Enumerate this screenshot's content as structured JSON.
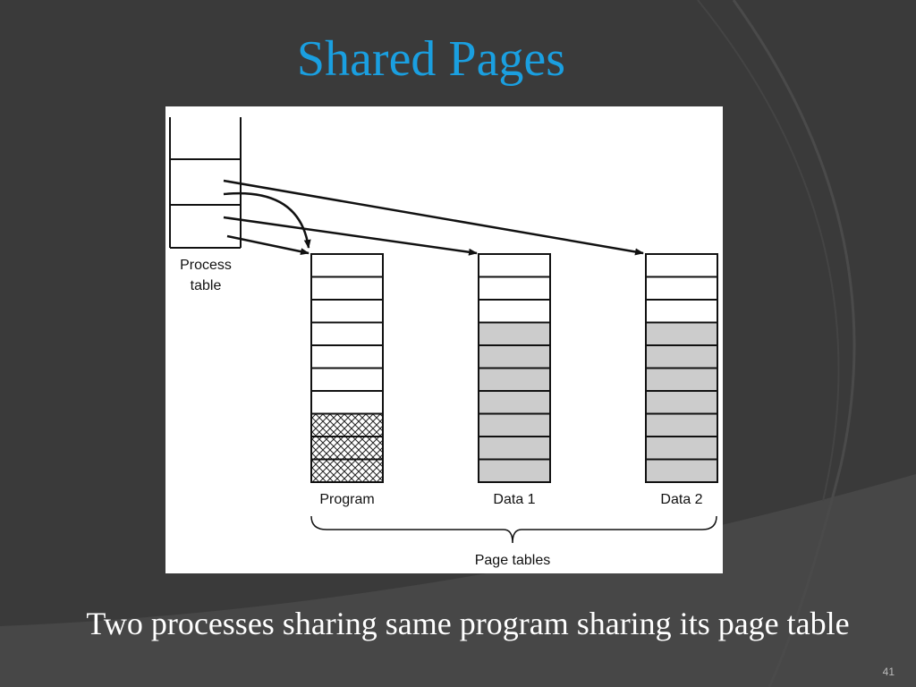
{
  "slide": {
    "title": "Shared Pages",
    "caption": "Two processes sharing same program sharing its page table",
    "slide_number": "41"
  },
  "diagram": {
    "process_table_label_line1": "Process",
    "process_table_label_line2": "table",
    "page_tables": [
      {
        "label": "Program",
        "entries": 10,
        "hatched_entries": 3
      },
      {
        "label": "Data 1",
        "entries": 10,
        "shaded_entries": 7
      },
      {
        "label": "Data 2",
        "entries": 10,
        "shaded_entries": 7
      }
    ],
    "group_label": "Page tables"
  },
  "colors": {
    "background": "#3a3a3a",
    "title": "#1a9fe0",
    "caption": "#ffffff",
    "shaded_entry": "#cccccc"
  }
}
